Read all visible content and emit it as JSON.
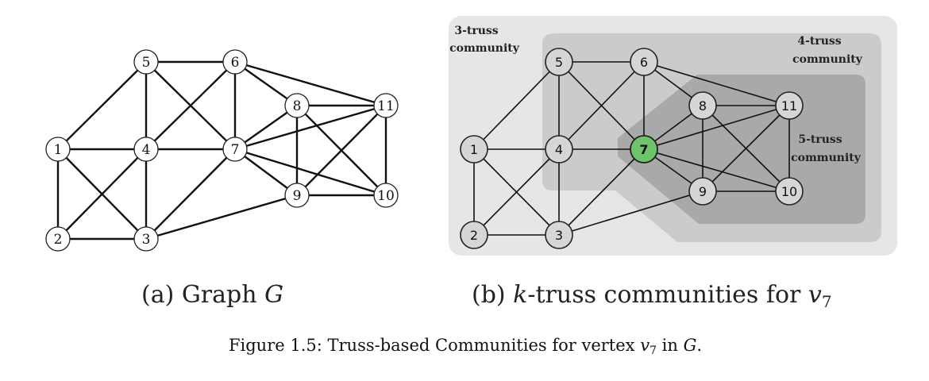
{
  "panel_a": {
    "caption_prefix": "(a) Graph ",
    "caption_var": "G",
    "nodes": [
      "1",
      "2",
      "3",
      "4",
      "5",
      "6",
      "7",
      "8",
      "9",
      "10",
      "11"
    ],
    "edges": [
      [
        "1",
        "2"
      ],
      [
        "1",
        "4"
      ],
      [
        "1",
        "5"
      ],
      [
        "1",
        "3"
      ],
      [
        "2",
        "3"
      ],
      [
        "2",
        "4"
      ],
      [
        "3",
        "4"
      ],
      [
        "3",
        "7"
      ],
      [
        "3",
        "9"
      ],
      [
        "4",
        "5"
      ],
      [
        "4",
        "6"
      ],
      [
        "4",
        "7"
      ],
      [
        "5",
        "6"
      ],
      [
        "5",
        "7"
      ],
      [
        "6",
        "7"
      ],
      [
        "6",
        "8"
      ],
      [
        "6",
        "11"
      ],
      [
        "7",
        "8"
      ],
      [
        "7",
        "9"
      ],
      [
        "7",
        "10"
      ],
      [
        "7",
        "11"
      ],
      [
        "8",
        "9"
      ],
      [
        "8",
        "10"
      ],
      [
        "8",
        "11"
      ],
      [
        "9",
        "10"
      ],
      [
        "9",
        "11"
      ],
      [
        "10",
        "11"
      ]
    ]
  },
  "panel_b": {
    "caption_k": "k",
    "caption_mid": "-truss communities for ",
    "caption_v": "v",
    "caption_sub": "7",
    "regions": {
      "truss3": {
        "line1": "3-truss",
        "line2": "community",
        "fill": "#e6e6e6"
      },
      "truss4": {
        "line1": "4-truss",
        "line2": "community",
        "fill": "#cbcbcb"
      },
      "truss5": {
        "line1": "5-truss",
        "line2": "community",
        "fill": "#a9a9a9"
      }
    },
    "highlight_node": "7",
    "highlight_color": "#6ec46b"
  },
  "figure_caption": {
    "prefix": "Figure 1.5: Truss-based Communities for vertex ",
    "v": "v",
    "sub": "7",
    "mid": " in ",
    "g": "G",
    "end": "."
  }
}
